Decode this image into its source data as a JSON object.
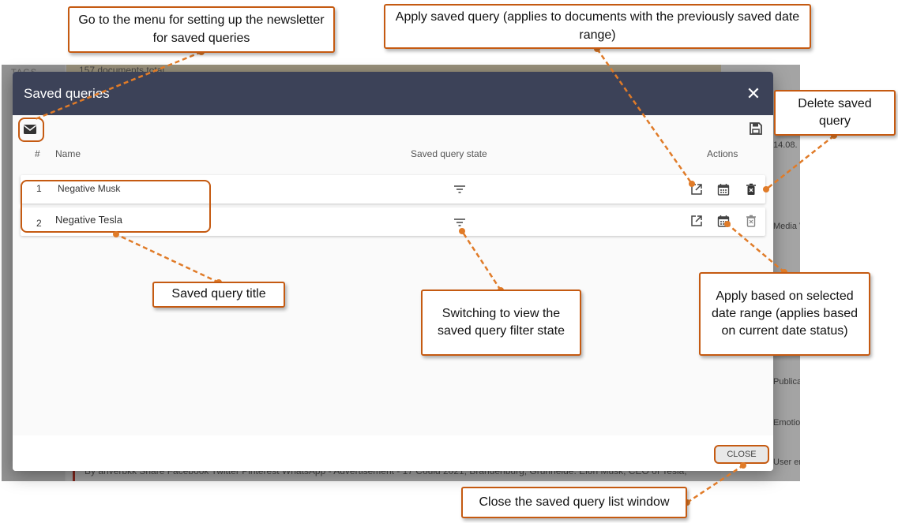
{
  "background": {
    "tags_label": "TAGS",
    "count_text": "157 documents total",
    "right_texts": [
      "14.08.",
      "Media V",
      "Publica",
      "Emotio",
      "User en"
    ],
    "article_text": "By anverbkk Share Facebook Twitter Pinterest WhatsApp - Advertisement - 17 Could 2021, Brandenburg, Grünheide: Elon Musk, CEO of Tesla,"
  },
  "modal": {
    "title": "Saved queries",
    "close_icon": "close-icon",
    "newsletter_icon": "envelope-icon",
    "save_icon": "floppy-disk-icon",
    "columns": {
      "num": "#",
      "name": "Name",
      "state": "Saved query state",
      "actions": "Actions"
    },
    "rows": [
      {
        "num": "1",
        "name": "Negative Musk"
      },
      {
        "num": "2",
        "name": "Negative Tesla"
      }
    ],
    "close_button": "CLOSE"
  },
  "callouts": {
    "newsletter": "Go to the menu for setting up the newsletter for saved queries",
    "apply_saved": "Apply saved query (applies to documents with the previously saved date range)",
    "delete": "Delete saved query",
    "title": "Saved query title",
    "filter_state": "Switching to view the saved query filter state",
    "apply_date": "Apply based on selected date range (applies based on current date status)",
    "close_window": "Close the saved query list window"
  },
  "colors": {
    "accent": "#c55a11",
    "header": "#3c4258"
  }
}
